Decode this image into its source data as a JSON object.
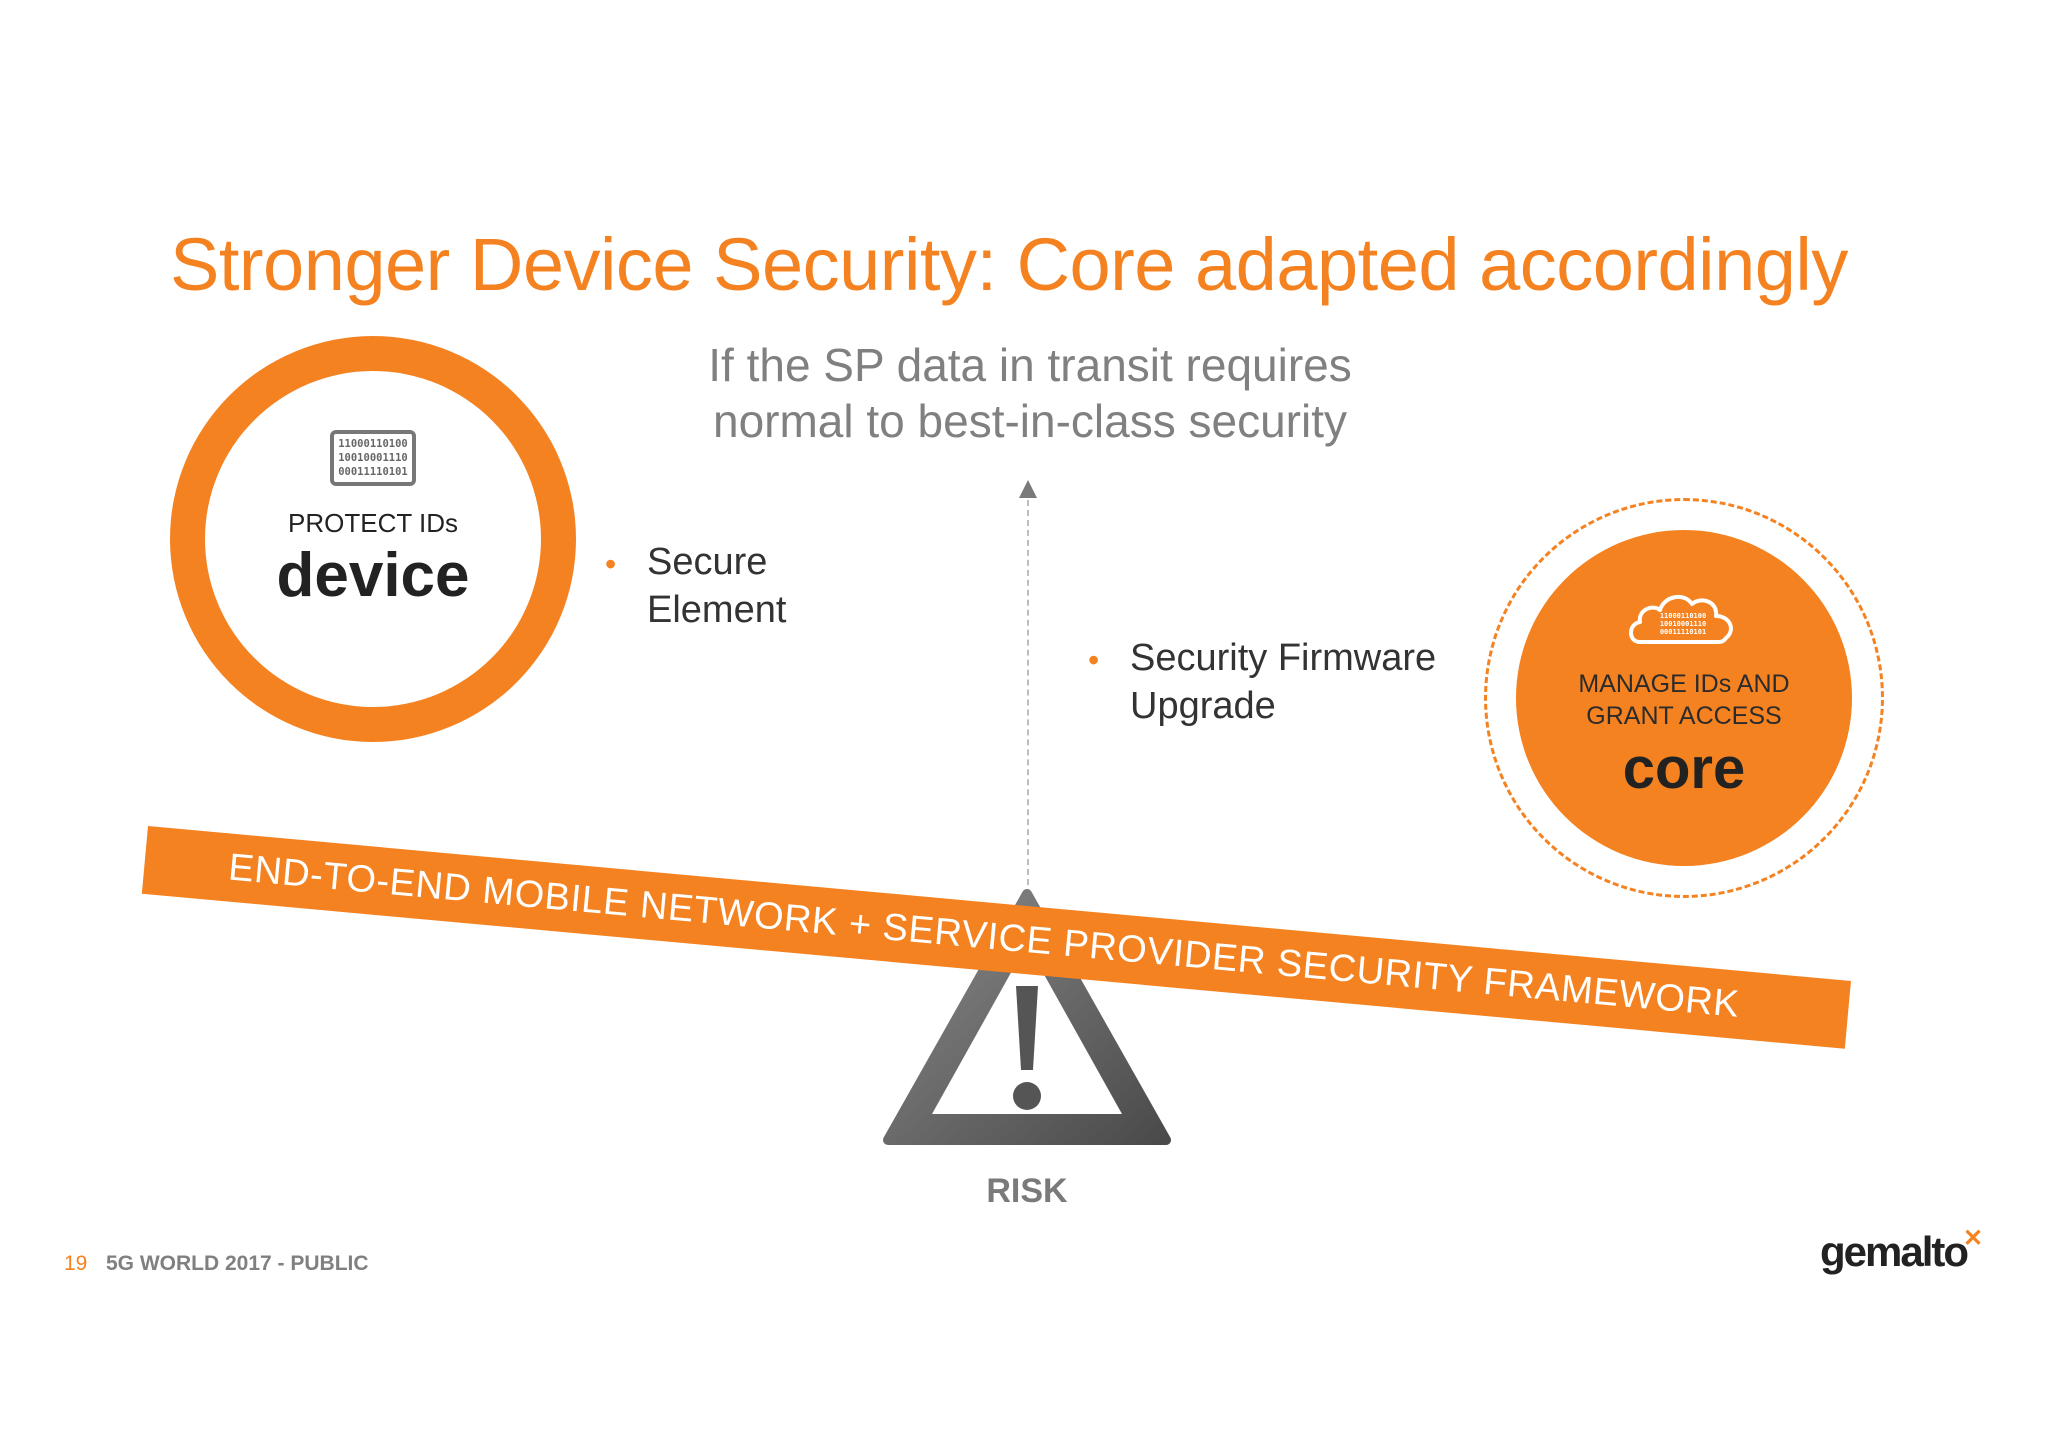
{
  "slide": {
    "title": "Stronger Device Security: Core adapted accordingly",
    "subtitle": [
      "If the SP data in transit requires",
      "normal to best-in-class security"
    ]
  },
  "device": {
    "chip_bits": [
      "11000110100",
      "10010001110",
      "00011110101"
    ],
    "caption": "PROTECT IDs",
    "label": "device"
  },
  "bullets": [
    {
      "lines": [
        "Secure",
        "Element"
      ]
    },
    {
      "lines": [
        "Security Firmware",
        "Upgrade"
      ]
    }
  ],
  "core": {
    "cloud_bits": [
      "11000110100",
      "10010001110",
      "00011110101"
    ],
    "caption": [
      "MANAGE IDs AND",
      "GRANT ACCESS"
    ],
    "label": "core"
  },
  "beam_text": "END-TO-END MOBILE NETWORK + SERVICE PROVIDER SECURITY FRAMEWORK",
  "risk_label": "RISK",
  "footer": {
    "page_number": "19",
    "text": "5G WORLD 2017 - PUBLIC",
    "logo": "gemalto"
  },
  "colors": {
    "accent": "#f58220",
    "text_dark": "#222222",
    "text_gray": "#808080"
  }
}
